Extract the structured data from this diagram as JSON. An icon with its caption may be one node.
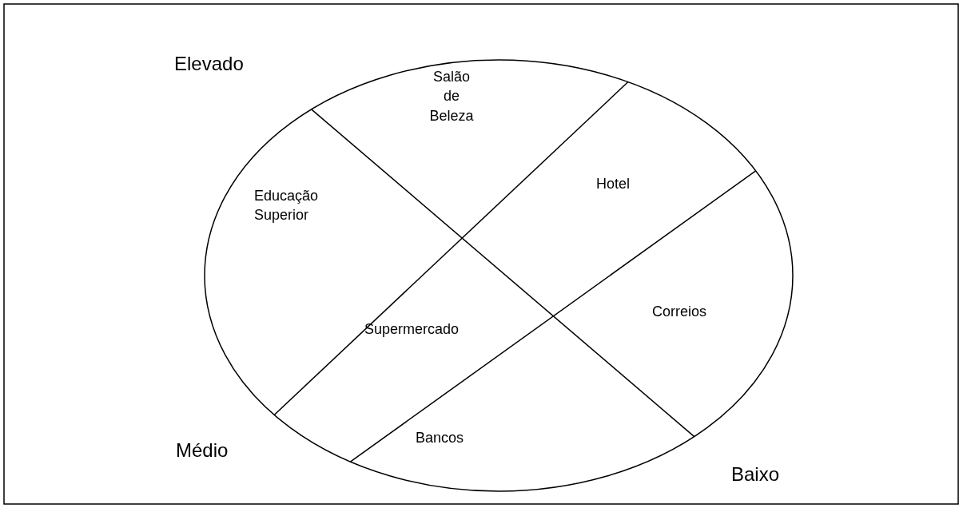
{
  "diagram": {
    "labels": [
      "Elevado",
      "Salão de Beleza",
      "Educação Superior",
      "Hotel",
      "Supermercado",
      "Correios",
      "Médio",
      "Bancos",
      "Baixo"
    ]
  }
}
